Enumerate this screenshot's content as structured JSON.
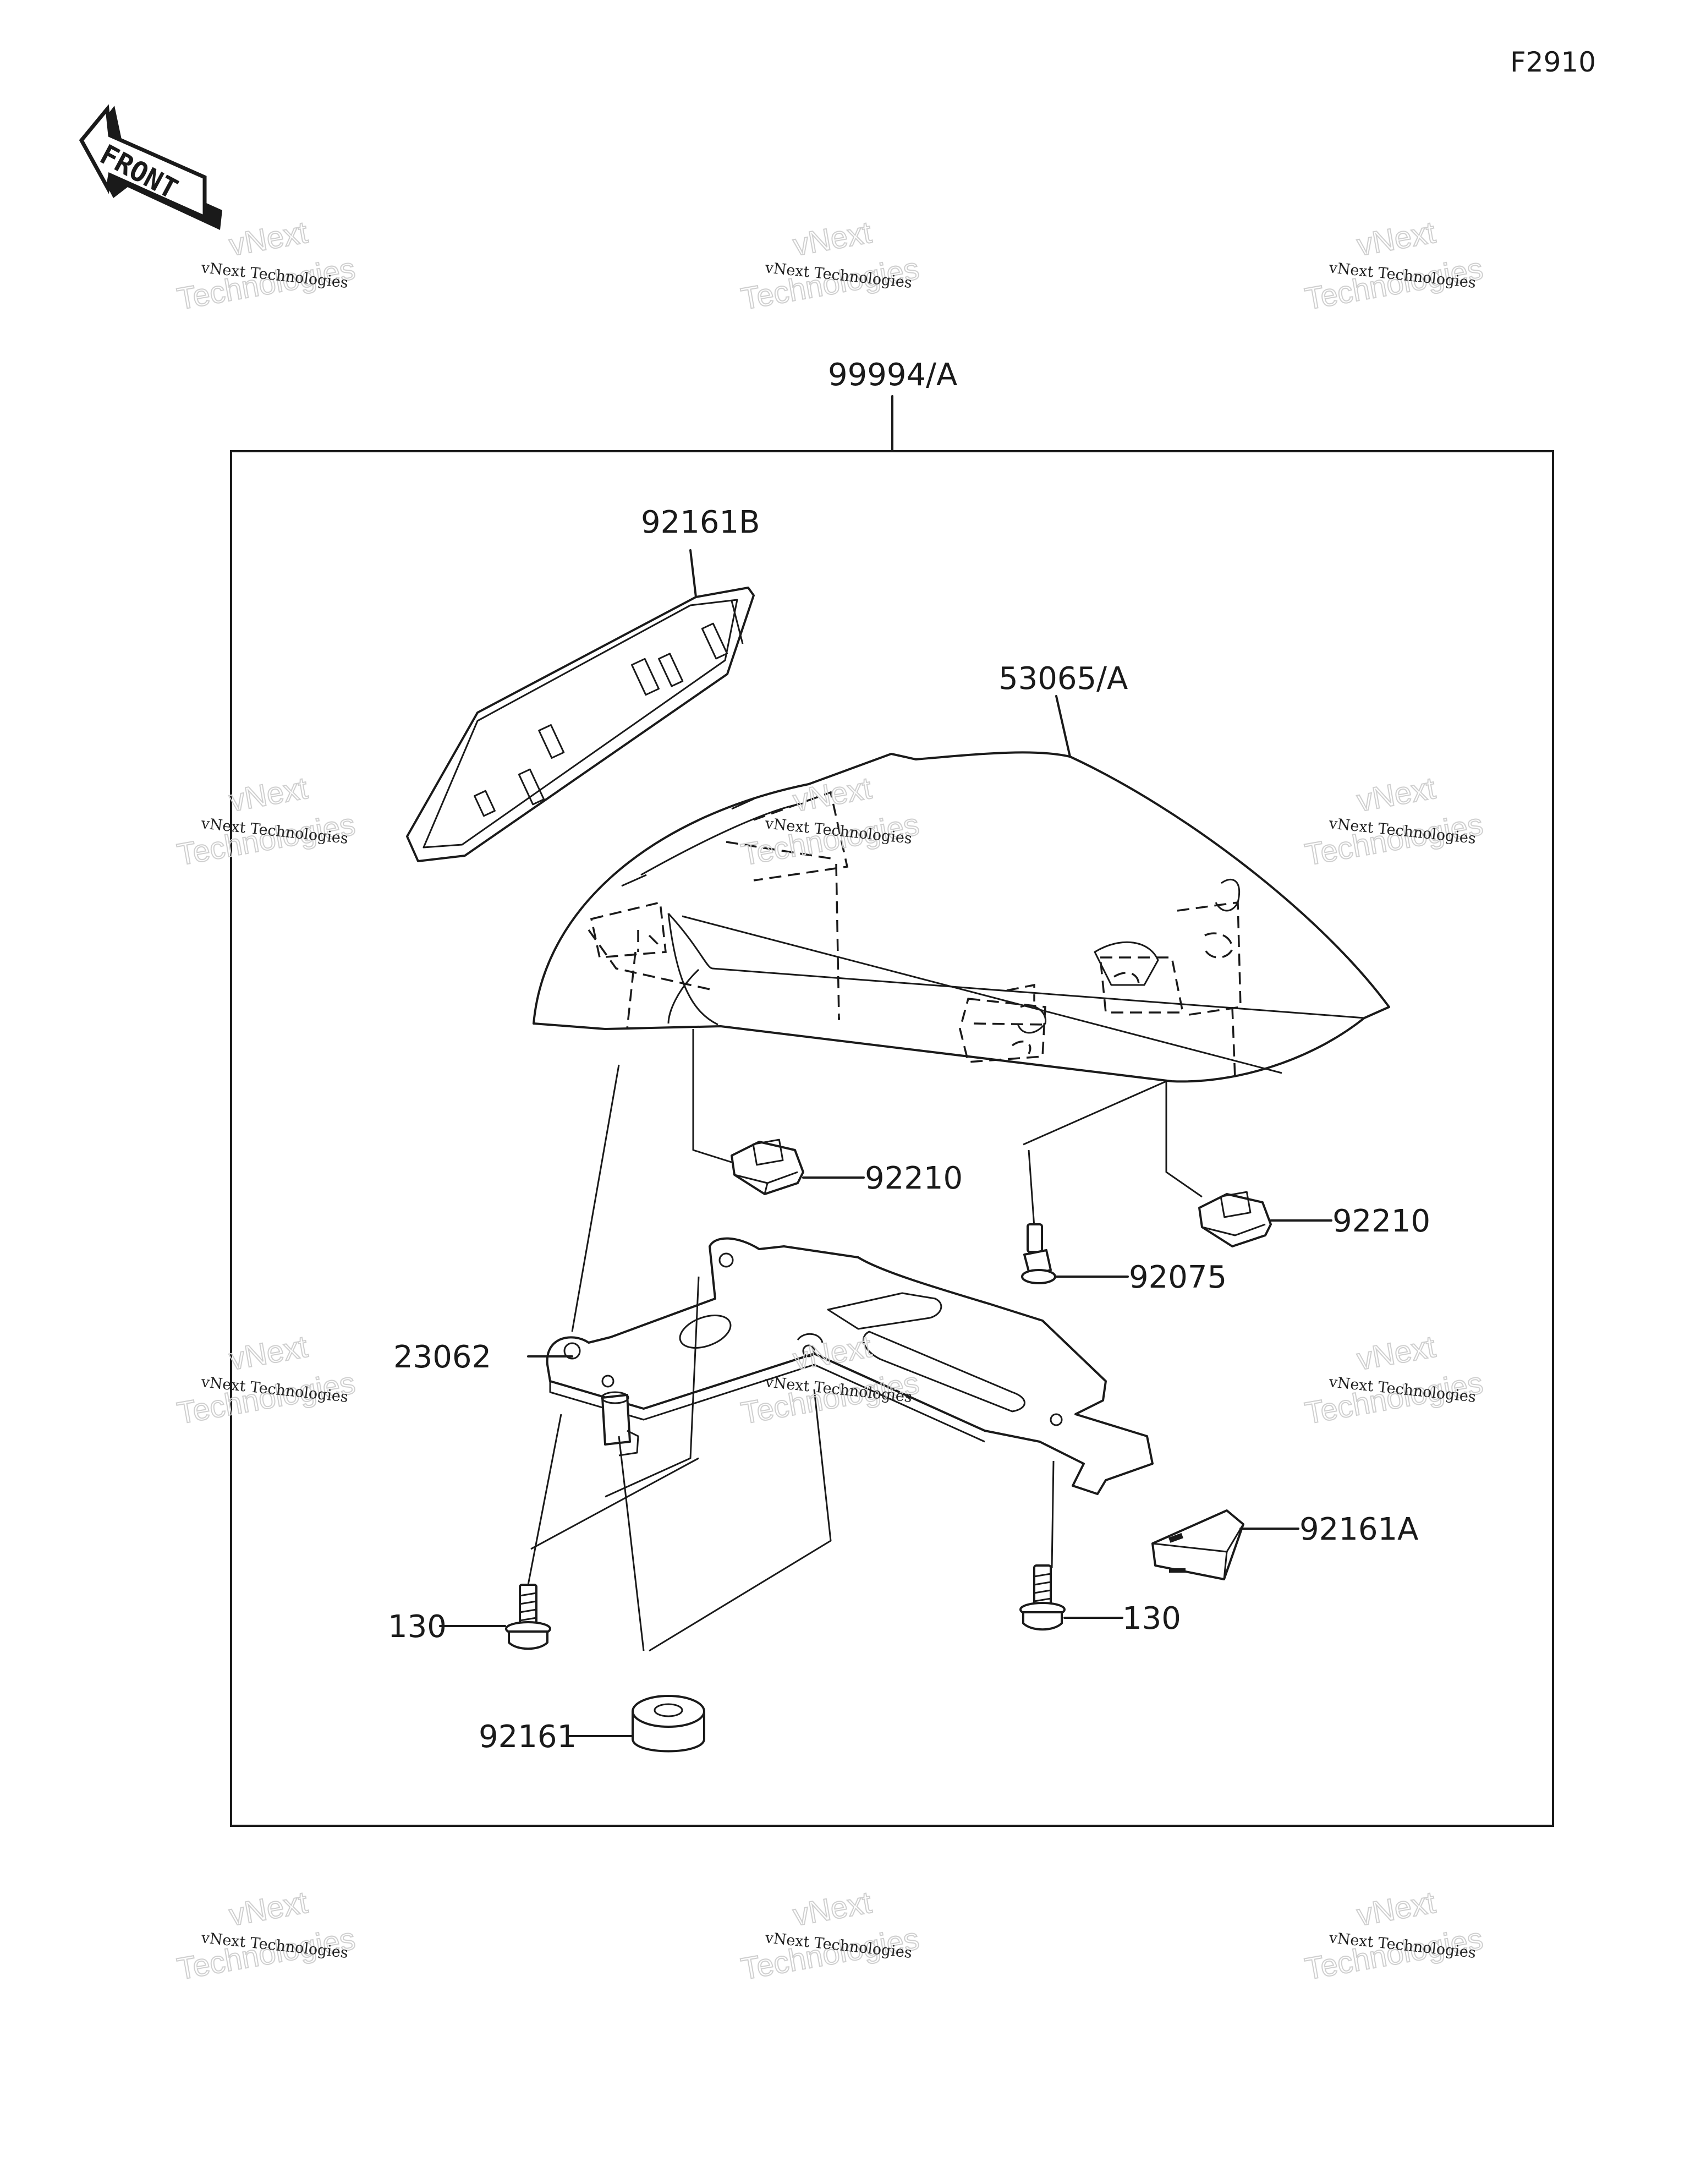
{
  "diagram": {
    "figure_number": "F2910",
    "front_label": "FRONT",
    "watermark": {
      "line1": "vNext Technologies",
      "line2": "vNext",
      "line3": "Technologies"
    },
    "parts": {
      "assembly": "99994/A",
      "light_cover": "92161B",
      "seat_cowl": "53065/A",
      "nut_left": "92210",
      "nut_right": "92210",
      "screw_center": "92075",
      "bracket": "23062",
      "bracket_pad": "92161A",
      "bolt_left": "130",
      "bolt_right": "130",
      "damper": "92161"
    }
  }
}
